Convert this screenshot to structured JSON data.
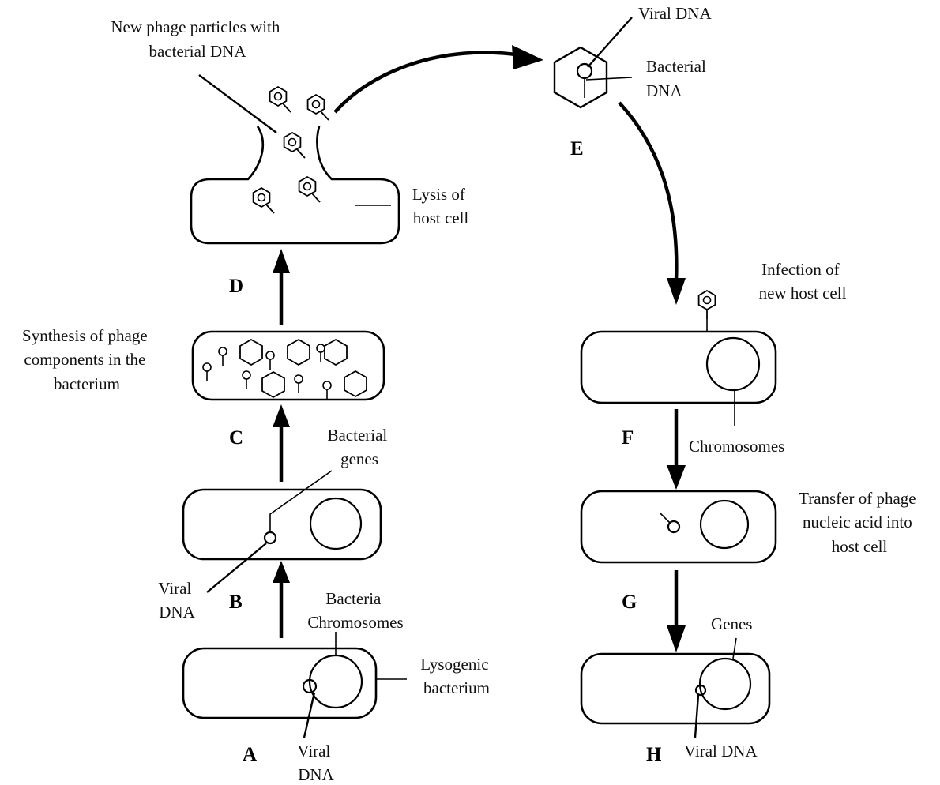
{
  "stages": {
    "A": "A",
    "B": "B",
    "C": "C",
    "D": "D",
    "E": "E",
    "F": "F",
    "G": "G",
    "H": "H"
  },
  "labels": {
    "new_phage": [
      "New phage particles with",
      "bacterial DNA"
    ],
    "lysis": [
      "Lysis of",
      "host cell"
    ],
    "synthesis": [
      "Synthesis of phage",
      "components in the",
      "bacterium"
    ],
    "bacterial_genes": [
      "Bacterial",
      "genes"
    ],
    "viral_dna_b": [
      "Viral",
      "DNA"
    ],
    "bacteria_chromosomes": [
      "Bacteria",
      "Chromosomes"
    ],
    "lysogenic": [
      "Lysogenic",
      "bacterium"
    ],
    "viral_dna_a": [
      "Viral",
      "DNA"
    ],
    "viral_dna_e": "Viral DNA",
    "bacterial_dna_e": [
      "Bacterial",
      "DNA"
    ],
    "infection": [
      "Infection of",
      "new host cell"
    ],
    "chromosomes_f": "Chromosomes",
    "transfer": [
      "Transfer of phage",
      "nucleic acid into",
      "host cell"
    ],
    "genes_h": "Genes",
    "viral_dna_h": "Viral DNA"
  }
}
